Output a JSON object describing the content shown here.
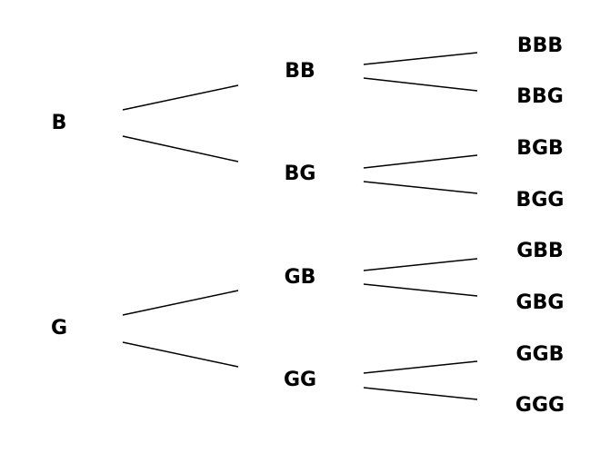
{
  "tree": {
    "level1": [
      "B",
      "G"
    ],
    "level2": [
      "BB",
      "BG",
      "GB",
      "GG"
    ],
    "level3": [
      "BBB",
      "BBG",
      "BGB",
      "BGG",
      "GBB",
      "GBG",
      "GGB",
      "GGG"
    ]
  }
}
